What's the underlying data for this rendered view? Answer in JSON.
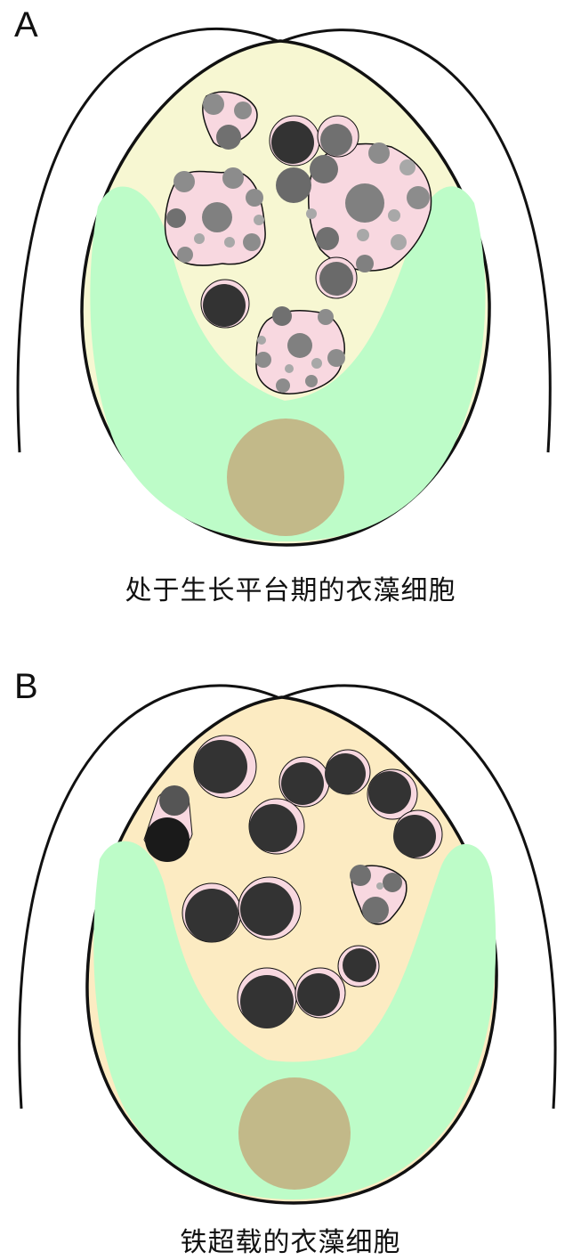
{
  "panels": [
    {
      "label": "A",
      "caption": "处于生长平台期的衣藻细胞"
    },
    {
      "label": "B",
      "caption": "铁超载的衣藻细胞"
    }
  ]
}
